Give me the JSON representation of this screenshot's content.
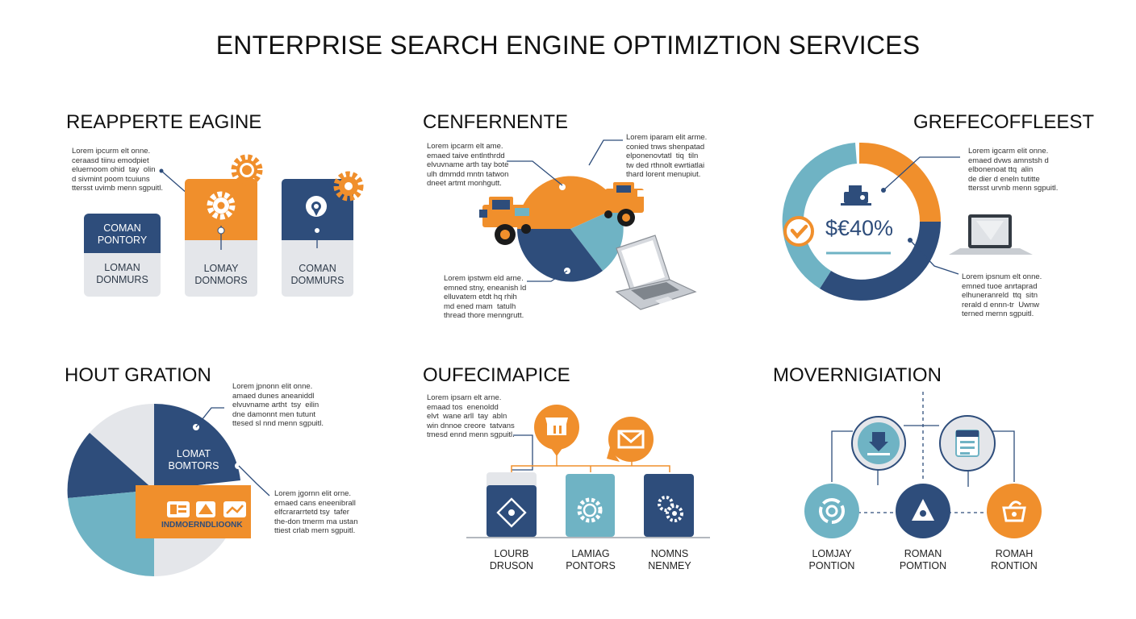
{
  "title": "ENTERPRISE SEARCH ENGINE OPTIMIZTION SERVICES",
  "colors": {
    "navy": "#2e4d7b",
    "orange": "#f08f2c",
    "teal": "#6fb3c4",
    "gray": "#e4e6ea",
    "dark": "#1b1b1b"
  },
  "sections": {
    "s1": {
      "title": "REAPPERTE EAGINE",
      "note": "Lorem ipcurm elt onne.\nceraasd tiinu emodpiet\neluernoom ohid  tay  olin\nd sivmint poom tcuiuns\nttersst uvimb menn sgpuitl.",
      "card1_top": "COMAN\nPONTORY",
      "card1_bottom": "LOMAN\nDONMURS",
      "card2_bottom": "LOMAY\nDONMORS",
      "card3_bottom": "COMAN\nDOMMURS",
      "icons": [
        "gear-icon",
        "coin-gear-icon",
        "location-pin-icon",
        "gear-icon"
      ]
    },
    "s2": {
      "title": "CENFERNENTE",
      "note_left": "Lorem ipcarm elt ame.\nemaed taive entlnthrdd\nelvuvname arth tay bote\nulh dmmdd mntn tatwon\ndneet artmt monhgutt.",
      "note_right": "Lorem iparam elit arme.\nconied tnws shenpatad\nelponenovtatl  tiq  tiln\ntw ded rthnolt ewrtiatlai\nthard lorent menupiut.",
      "note_bottom": "Lorem ipstwm eld arne.\nemned stny, eneanish ld\nelluvatem etdt hq rhih\nmd ened mam  tatulh\nthread thore menngrutt.",
      "icons": [
        "truck-icon",
        "truck-icon",
        "laptop-icon"
      ]
    },
    "s3": {
      "title": "GREFECOFFLEEST",
      "value": "$€40%",
      "note_top": "Lorem igcarm elit onne.\nemaed dvws amnstsh d\nelbonenoat ttq  alin\nde dier d eneln tutitte\nttersst urvnb menn sgpuitl.",
      "note_bottom": "Lorem ipsnum elt onne.\nemned tuoe anrtaprad\nelhuneranreld  ttq  sitn\nrerald d ennn-tr  Uwnw\nterned mernn sgpuitl.",
      "icons": [
        "check-icon",
        "printer-icon",
        "laptop-icon"
      ]
    },
    "s4": {
      "title": "HOUT GRATION",
      "label_navy": "LOMAT\nBOMTORS",
      "banner": "INDMOERNDLIOONK",
      "note_top": "Lorem jpnonn elit onne.\namaed dunes aneaniddl\nelvuvname artht  tsy  eilin\ndne damonnt men tutunt\nttesed sl nnd menn sgpuitl.",
      "note_bottom": "Lorem jgornn elit orne.\nemaed cans eneenibrall\nelfcrararrtetd tsy  tafer\nthe-don tmerm ma ustan\nttiest crlab mern sgpuitl.",
      "icons": [
        "badge-icon",
        "pizza-icon",
        "chart-icon"
      ]
    },
    "s5": {
      "title": "OUFECIMAPICE",
      "note": "Lorem ipsarn elt arne.\nemaad tos  enenoldd\nelvt  wane arll  tay  abln\nwin dnnoe creore  tatvans\ntmesd ennd menn sgpuitl.",
      "label1": "LOURB\nDRUSON",
      "label2": "LAMIAG\nPONTORS",
      "label3": "NOMNS\nNENMEY",
      "icons": [
        "shop-icon",
        "mail-icon",
        "diamond-icon",
        "gear-icon",
        "gears-icon"
      ]
    },
    "s6": {
      "title": "MOVERNIGIATION",
      "label1": "LOMJAY\nPONTION",
      "label2": "ROMAN\nPOMTION",
      "label3": "ROMAH\nRONTION",
      "icons": [
        "download-icon",
        "document-icon",
        "target-icon",
        "triangle-icon",
        "basket-icon"
      ]
    }
  }
}
